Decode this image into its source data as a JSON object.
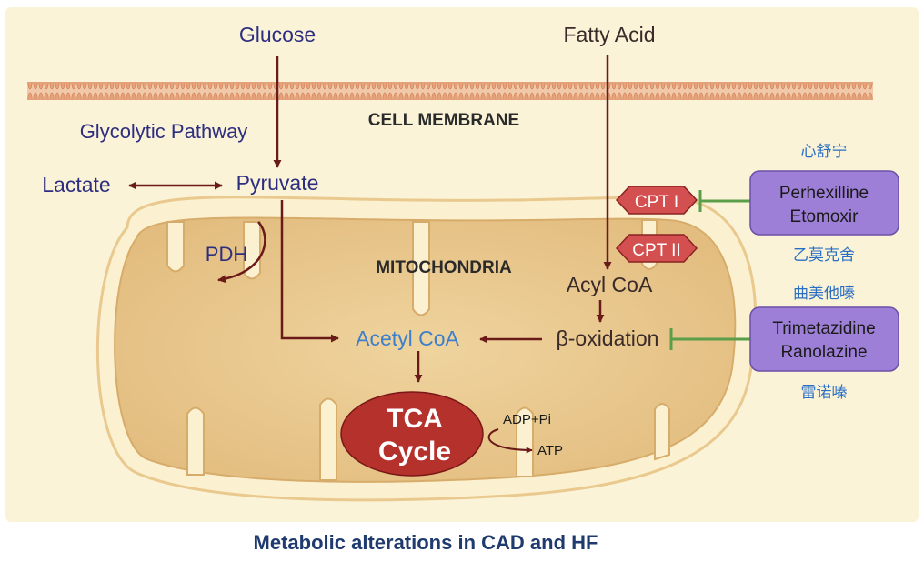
{
  "title": "Metabolic alterations in CAD and HF",
  "colors": {
    "panel_bg": "#faf3d7",
    "mito_fill": "#e8c890",
    "arrow": "#6b1a1a",
    "pathway_text": "#2e2e80",
    "acetyl_text": "#3f7fc9",
    "tca_fill": "#b5312c",
    "cpt_fill": "#d45050",
    "drug_box": "#9e7fd8",
    "inhibitor": "#5a9e4a",
    "chinese_text": "#2b6fc4"
  },
  "labels": {
    "glucose": "Glucose",
    "fatty_acid": "Fatty Acid",
    "cell_membrane": "CELL MEMBRANE",
    "glycolytic_pathway": "Glycolytic Pathway",
    "lactate": "Lactate",
    "pyruvate": "Pyruvate",
    "pdh": "PDH",
    "mitochondria": "MITOCHONDRIA",
    "acetyl_coa": "Acetyl CoA",
    "acyl_coa": "Acyl CoA",
    "beta_oxidation": "β-oxidation",
    "tca_line1": "TCA",
    "tca_line2": "Cycle",
    "adp_pi": "ADP+Pi",
    "atp": "ATP",
    "cpt1": "CPT I",
    "cpt2": "CPT II"
  },
  "drugs": {
    "box1": {
      "line1": "Perhexilline",
      "line2": "Etomoxir"
    },
    "box2": {
      "line1": "Trimetazidine",
      "line2": "Ranolazine"
    }
  },
  "chinese_labels": {
    "heart_shuning": "心舒宁",
    "etomoxir_cn": "乙莫克舍",
    "trimetazidine_cn": "曲美他嗪",
    "ranolazine_cn": "雷诺嗪"
  }
}
